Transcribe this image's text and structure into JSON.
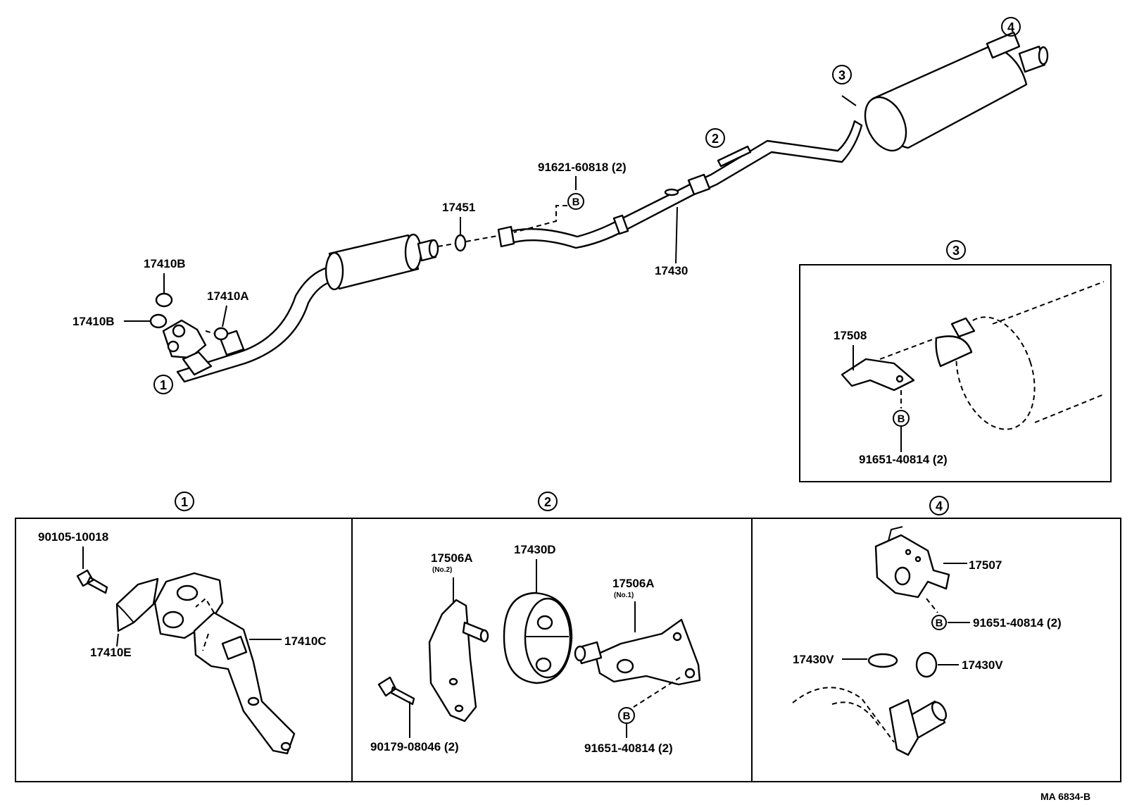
{
  "labels": {
    "p17410B_top": "17410B",
    "p17410B_left": "17410B",
    "p17410A": "17410A",
    "p17451": "17451",
    "p91621": "91621-60818 (2)",
    "p17430": "17430",
    "p17508": "17508",
    "p91651_box3": "91651-40814 (2)",
    "p90105": "90105-10018",
    "p17410E": "17410E",
    "p17410C": "17410C",
    "p17506A_no2": "17506A",
    "p17506A_no2_sub": "(No.2)",
    "p17430D": "17430D",
    "p17506A_no1": "17506A",
    "p17506A_no1_sub": "(No.1)",
    "p90179": "90179-08046 (2)",
    "p91651_box2": "91651-40814 (2)",
    "p17507": "17507",
    "p91651_box4": "91651-40814 (2)",
    "p17430V_left": "17430V",
    "p17430V_right": "17430V",
    "doc_code": "MA 6834-B"
  },
  "callouts": {
    "c1": "1",
    "c2": "2",
    "c3": "3",
    "c4": "4",
    "box1": "1",
    "box2": "2",
    "box3": "3",
    "box4": "4"
  },
  "bolt_ref": "B"
}
